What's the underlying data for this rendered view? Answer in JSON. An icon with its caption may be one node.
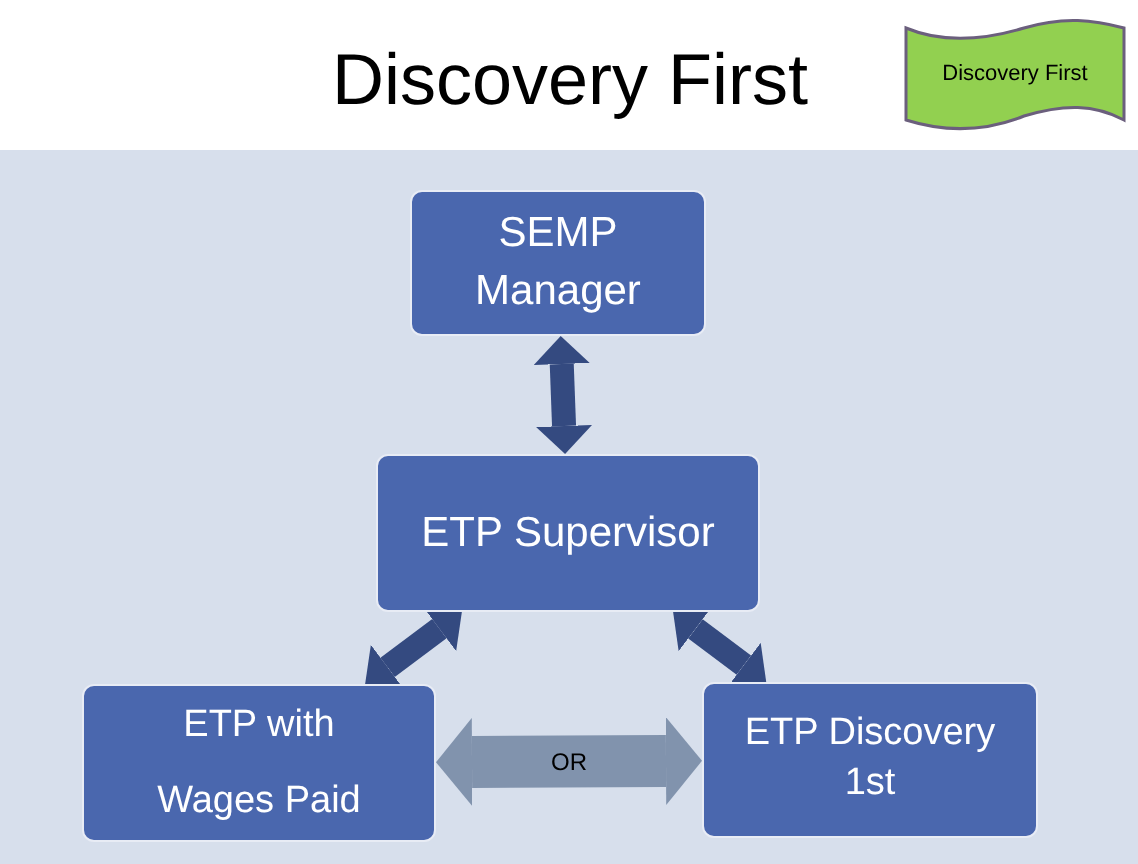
{
  "diagram": {
    "title": "Discovery First",
    "nodes": [
      {
        "text": [
          "Discovery First"
        ]
      },
      {
        "text": [
          "SEMP Manager"
        ]
      },
      {
        "text": [
          "ETP Supervisor"
        ]
      },
      {
        "text": [
          "ETP with Wages Paid"
        ]
      },
      {
        "text": [
          "ETP Discovery 1st"
        ]
      }
    ],
    "edges": [
      {
        "from": 1,
        "to": 2,
        "arrow": "both"
      },
      {
        "from": 2,
        "to": 3,
        "arrow": "both"
      },
      {
        "from": 2,
        "to": 4,
        "arrow": "both"
      },
      {
        "from": 3,
        "to": 4,
        "arrow": "both",
        "style": "thick",
        "color": "#8193ad",
        "label": "OR"
      }
    ]
  }
}
